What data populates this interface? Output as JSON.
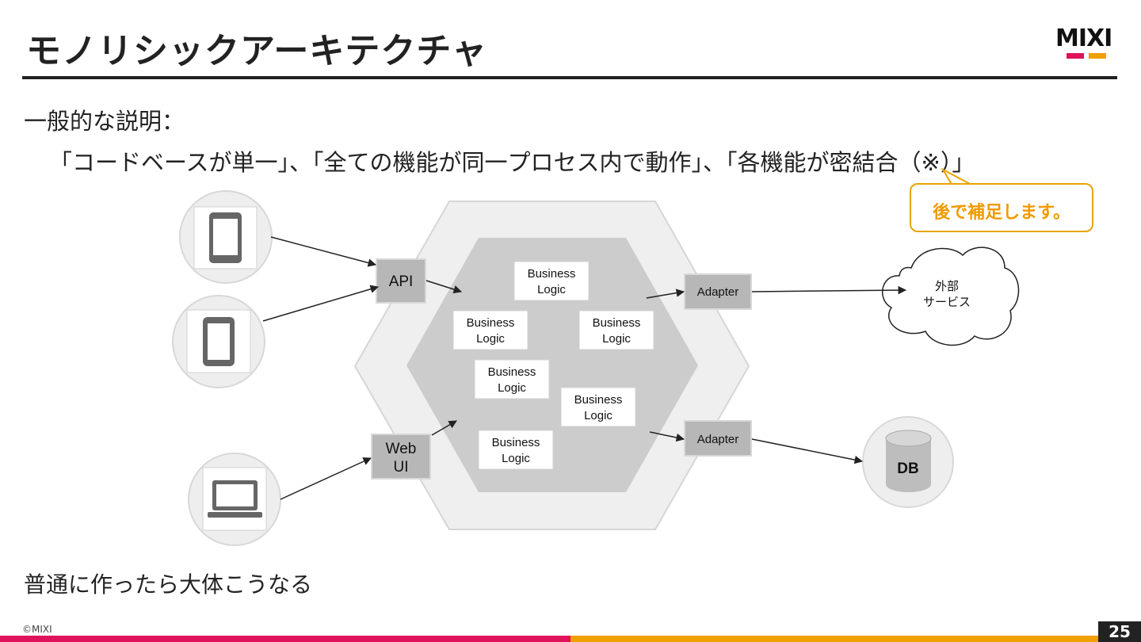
{
  "slide": {
    "title": "モノリシックアーキテクチャ",
    "logo_text": "MIXI",
    "description_heading": "一般的な説明：",
    "description_body": "「コードベースが単一」、「全ての機能が同一プロセス内で動作」、「各機能が密結合（※）」",
    "callout": "後で補足します。",
    "footer_note": "普通に作ったら大体こうなる",
    "copyright": "©MIXI",
    "page_number": "25"
  },
  "diagram": {
    "api_label": "API",
    "webui_label_line1": "Web",
    "webui_label_line2": "UI",
    "business_logic": [
      {
        "line1": "Business",
        "line2": "Logic"
      },
      {
        "line1": "Business",
        "line2": "Logic"
      },
      {
        "line1": "Business",
        "line2": "Logic"
      },
      {
        "line1": "Business",
        "line2": "Logic"
      },
      {
        "line1": "Business",
        "line2": "Logic"
      },
      {
        "line1": "Business",
        "line2": "Logic"
      }
    ],
    "adapter_top": "Adapter",
    "adapter_bottom": "Adapter",
    "external_line1": "外部",
    "external_line2": "サービス",
    "db_label": "DB",
    "clients": [
      {
        "icon": "smartphone-icon"
      },
      {
        "icon": "tablet-icon"
      },
      {
        "icon": "laptop-icon"
      }
    ]
  },
  "colors": {
    "accent_red": "#e0125a",
    "accent_orange": "#f0a000",
    "hex_outer": "#efefef",
    "hex_inner": "#cccccc",
    "box_gray": "#b7b7b7"
  }
}
